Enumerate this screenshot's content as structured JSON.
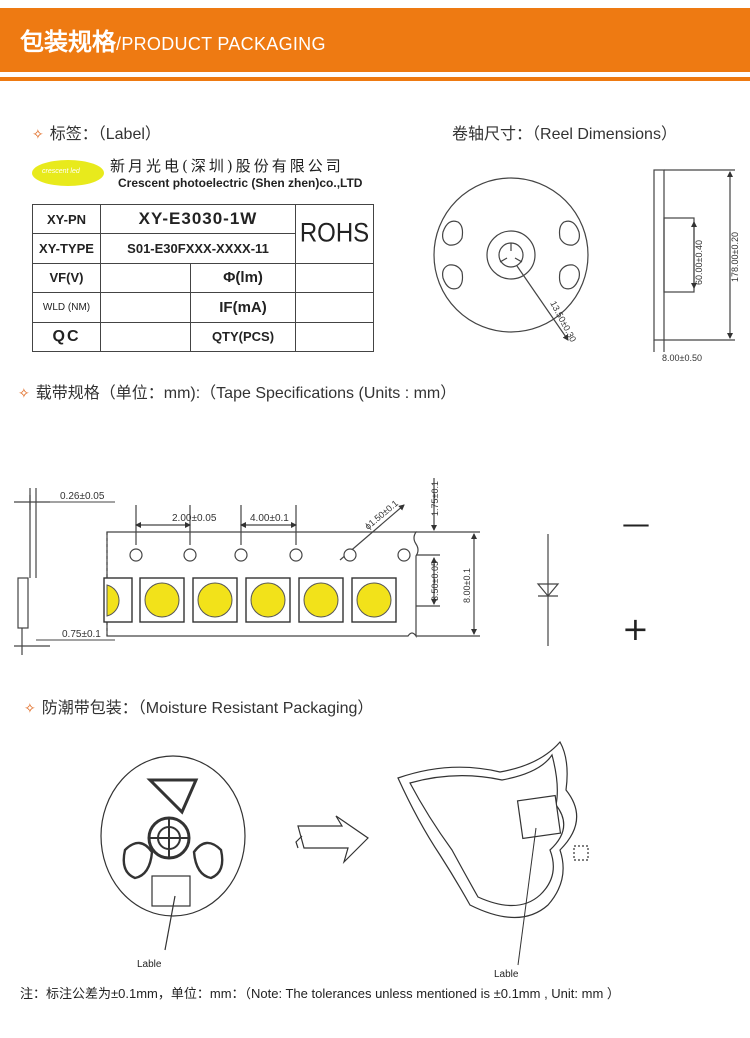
{
  "header": {
    "title_cn": "包装规格",
    "separator": "/",
    "title_en": "PRODUCT PACKAGING",
    "color": "#ee7a12"
  },
  "label_section": {
    "heading_cn": "标签：（",
    "heading_en": "Label",
    "heading_end": "）",
    "logo_text": "crescent led",
    "company_cn": "新月光电(深圳)股份有限公司",
    "company_en": "Crescent photoelectric (Shen zhen)co.,LTD",
    "rows": [
      {
        "key": "XY-PN",
        "value": "XY-E3030-1W"
      },
      {
        "key": "XY-TYPE",
        "value": "S01-E30FXXX-XXXX-11"
      },
      {
        "key": "VF(V)",
        "value": "",
        "key2": "Φ(lm)"
      },
      {
        "key": "WLD (NM)",
        "value": "",
        "key2": "IF(mA)"
      },
      {
        "key": "QC",
        "value": "",
        "key2": "QTY(PCS)"
      }
    ],
    "rohs": "ROHS"
  },
  "reel_section": {
    "heading_cn": "卷轴尺寸：（",
    "heading_en": "Reel Dimensions",
    "heading_end": "）",
    "dim_hub": "13.50±0.30",
    "dim_inner": "60.00±0.40",
    "dim_outer": "178.00±0.20",
    "dim_width": "8.00±0.50"
  },
  "tape_section": {
    "heading_cn": "载带规格（单位：",
    "heading_en": "mm):（Tape Specifications (Units : mm）",
    "dim_thickness": "0.26±0.05",
    "dim_pitch_hole": "2.00±0.05",
    "dim_pitch": "4.00±0.1",
    "dim_hole": "ϕ1.50±0.1",
    "dim_edge": "1.75±0.1",
    "dim_center": "3.50±0.05",
    "dim_width": "8.00±0.1",
    "dim_base": "0.75±0.1",
    "minus": "—",
    "plus": "+",
    "led_color": "#f2e21a"
  },
  "moisture_section": {
    "heading_cn": "防潮带包装：（",
    "heading_en": "Moisture Resistant Packaging",
    "heading_end": "）",
    "lable1": "Lable",
    "lable2": "Lable"
  },
  "note": {
    "text": "注：标注公差为±0.1mm，单位：mm：（Note: The tolerances unless mentioned is ±0.1mm , Unit: mm ）"
  }
}
